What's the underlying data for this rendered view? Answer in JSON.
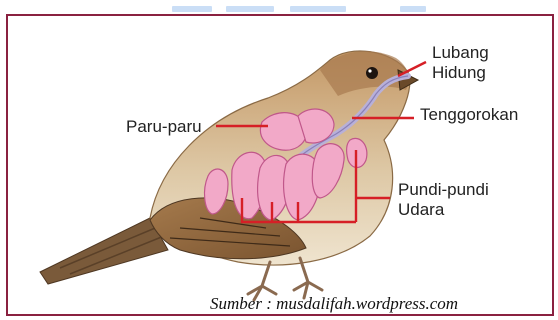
{
  "labels": {
    "nostril_line1": "Lubang",
    "nostril_line2": "Hidung",
    "trachea": "Tenggorokan",
    "lungs": "Paru-paru",
    "air_sacs_line1": "Pundi-pundi",
    "air_sacs_line2": "Udara"
  },
  "source_credit": "Sumber : musdalifah.wordpress.com",
  "colors": {
    "frame": "#8a2140",
    "leader_line": "#d61f26",
    "organ_fill": "#f2a9c8",
    "organ_outline": "#c0578a",
    "airway": "#b8b0d8"
  }
}
